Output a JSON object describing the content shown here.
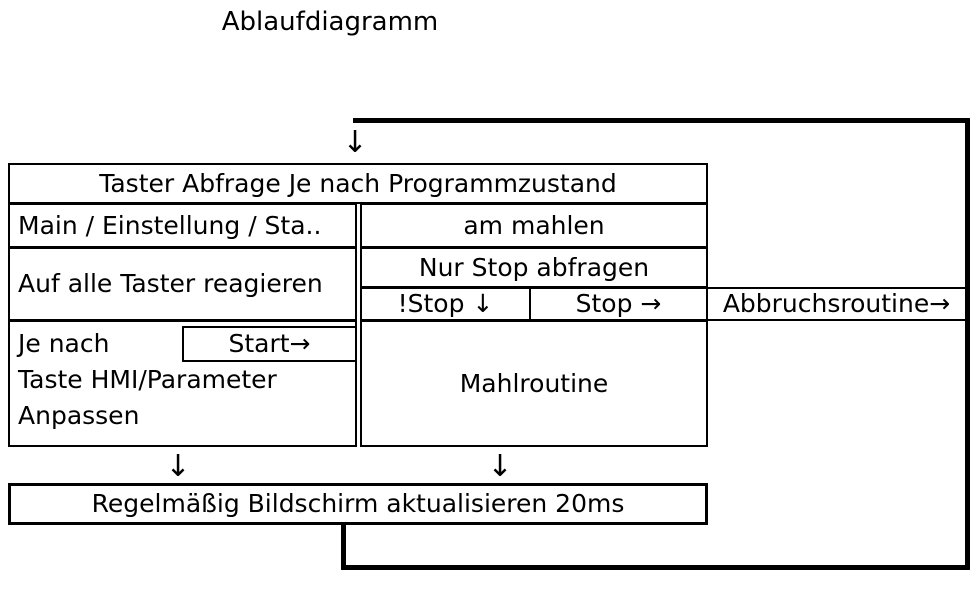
{
  "diagram": {
    "title": "Ablaufdiagramm",
    "type": "flowchart",
    "boxes": {
      "header": "Taster Abfrage Je nach Programmzustand",
      "left_state": "Main / Einstellung / Sta..",
      "left_action": "Auf alle Taster reagieren",
      "left_detail": "Je nach\nTaste HMI/Parameter\nAnpassen",
      "start_branch": "Start→",
      "right_state": "am mahlen",
      "right_query": "Nur Stop abfragen",
      "branch_not_stop": "!Stop ↓",
      "branch_stop": "Stop →",
      "abort_routine": "Abbruchsroutine→",
      "mill_routine": "Mahlroutine",
      "refresh": "Regelmäßig Bildschirm aktualisieren 20ms"
    },
    "arrows": {
      "into_header": "↓",
      "left_to_refresh": "↓",
      "right_to_refresh": "↓"
    },
    "colors": {
      "line": "#000000",
      "background": "#ffffff",
      "text": "#000000"
    }
  }
}
